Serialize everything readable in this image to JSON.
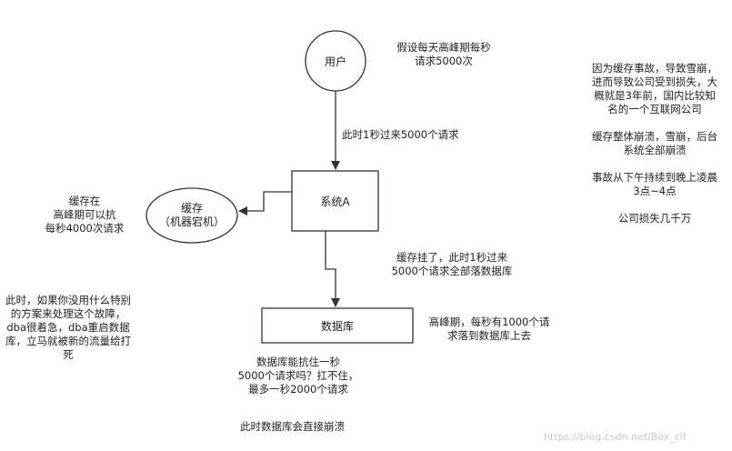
{
  "nodes": {
    "user": "用户",
    "system_a": "系统A",
    "cache_line1": "缓存",
    "cache_line2": "（机器宕机）",
    "database": "数据库"
  },
  "annotations": {
    "assume": [
      "假设每天高峰期每秒",
      "请求5000次"
    ],
    "request_flow": "此时1秒过来5000个请求",
    "cache_capacity": [
      "缓存在",
      "高峰期可以抗",
      "每秒4000次请求"
    ],
    "cache_down": [
      "缓存挂了，此时1秒过来",
      "5000个请求全部落数据库"
    ],
    "peak_db": [
      "高峰期，每秒有1000个请",
      "求落到数据库上去"
    ],
    "db_limit": [
      "数据库能抗住一秒",
      "5000个请求吗？扛不住，",
      "最多一秒2000个请求"
    ],
    "db_crash": "此时数据库会直接崩溃",
    "dba_note": [
      "此时，如果你没用什么特别",
      "的方案来处理这个故障，",
      "dba很着急，dba重启数据",
      "库，立马就被新的流量给打",
      "死"
    ],
    "incident": [
      "因为缓存事故，导致雪崩，",
      "进而导致公司受到损失，大",
      "概就是3年前，国内比较知",
      "名的一个互联网公司"
    ],
    "collapse": [
      "缓存整体崩溃，雪崩，后台",
      "系统全部崩溃"
    ],
    "duration": [
      "事故从下午持续到晚上凌晨",
      "3点~4点"
    ],
    "loss": "公司损失几千万"
  },
  "watermark": "https://blog.csdn.net/Box_clf"
}
